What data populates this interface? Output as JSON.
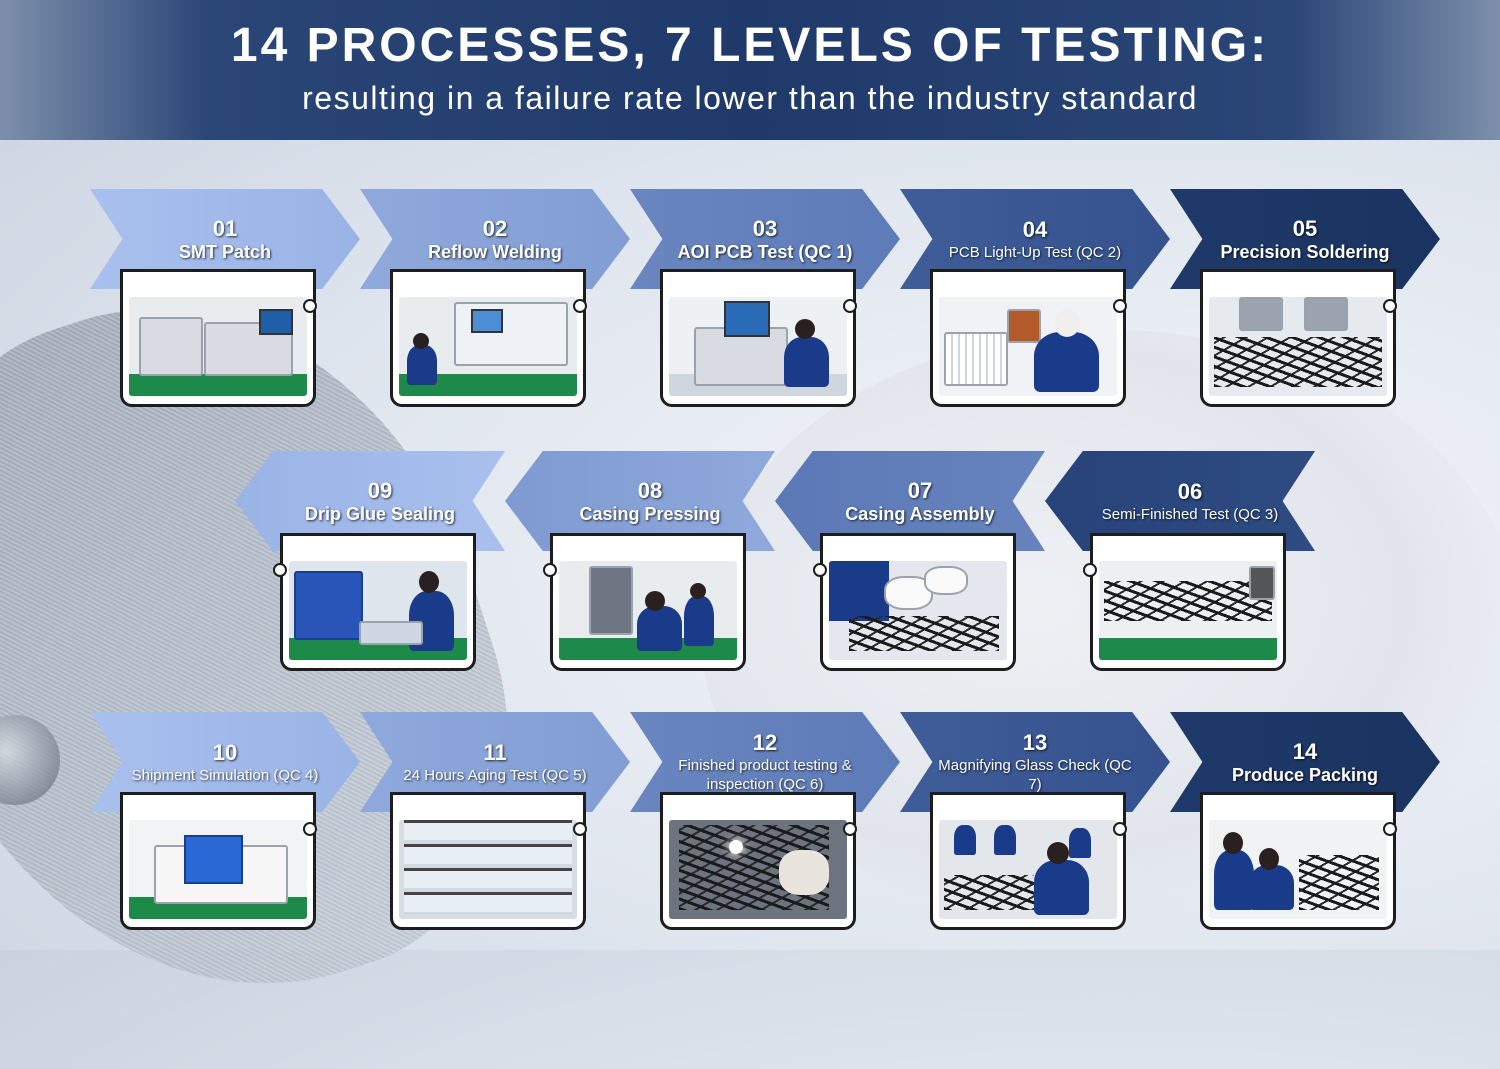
{
  "header": {
    "title": "14 PROCESSES, 7 LEVELS OF TESTING:",
    "subtitle": "resulting in a failure rate lower than the industry standard"
  },
  "colors": {
    "banner": "#1f3a6a",
    "step_light": "#9fb7e8",
    "step_dark": "#1f3a6a",
    "frame_border": "#1d1d1d"
  },
  "steps": [
    {
      "num": "01",
      "label": "SMT Patch",
      "photo": "smt-machine-photo"
    },
    {
      "num": "02",
      "label": "Reflow Welding",
      "photo": "reflow-oven-photo"
    },
    {
      "num": "03",
      "label": "AOI PCB Test (QC 1)",
      "photo": "aoi-station-photo"
    },
    {
      "num": "04",
      "label": "PCB Light-Up Test (QC 2)",
      "photo": "pcb-lightup-photo"
    },
    {
      "num": "05",
      "label": "Precision Soldering",
      "photo": "soldering-robot-photo"
    },
    {
      "num": "06",
      "label": "Semi-Finished Test (QC 3)",
      "photo": "semi-finished-test-photo"
    },
    {
      "num": "07",
      "label": "Casing Assembly",
      "photo": "casing-assembly-photo"
    },
    {
      "num": "08",
      "label": "Casing Pressing",
      "photo": "casing-pressing-photo"
    },
    {
      "num": "09",
      "label": "Drip Glue Sealing",
      "photo": "glue-sealing-photo"
    },
    {
      "num": "10",
      "label": "Shipment Simulation (QC 4)",
      "photo": "shipment-simulation-photo"
    },
    {
      "num": "11",
      "label": "24 Hours Aging Test (QC 5)",
      "photo": "aging-test-photo"
    },
    {
      "num": "12",
      "label": "Finished product testing & inspection (QC 6)",
      "photo": "finished-inspection-photo"
    },
    {
      "num": "13",
      "label": "Magnifying Glass Check (QC 7)",
      "photo": "magnifier-check-photo"
    },
    {
      "num": "14",
      "label": "Produce Packing",
      "photo": "packing-photo"
    }
  ]
}
